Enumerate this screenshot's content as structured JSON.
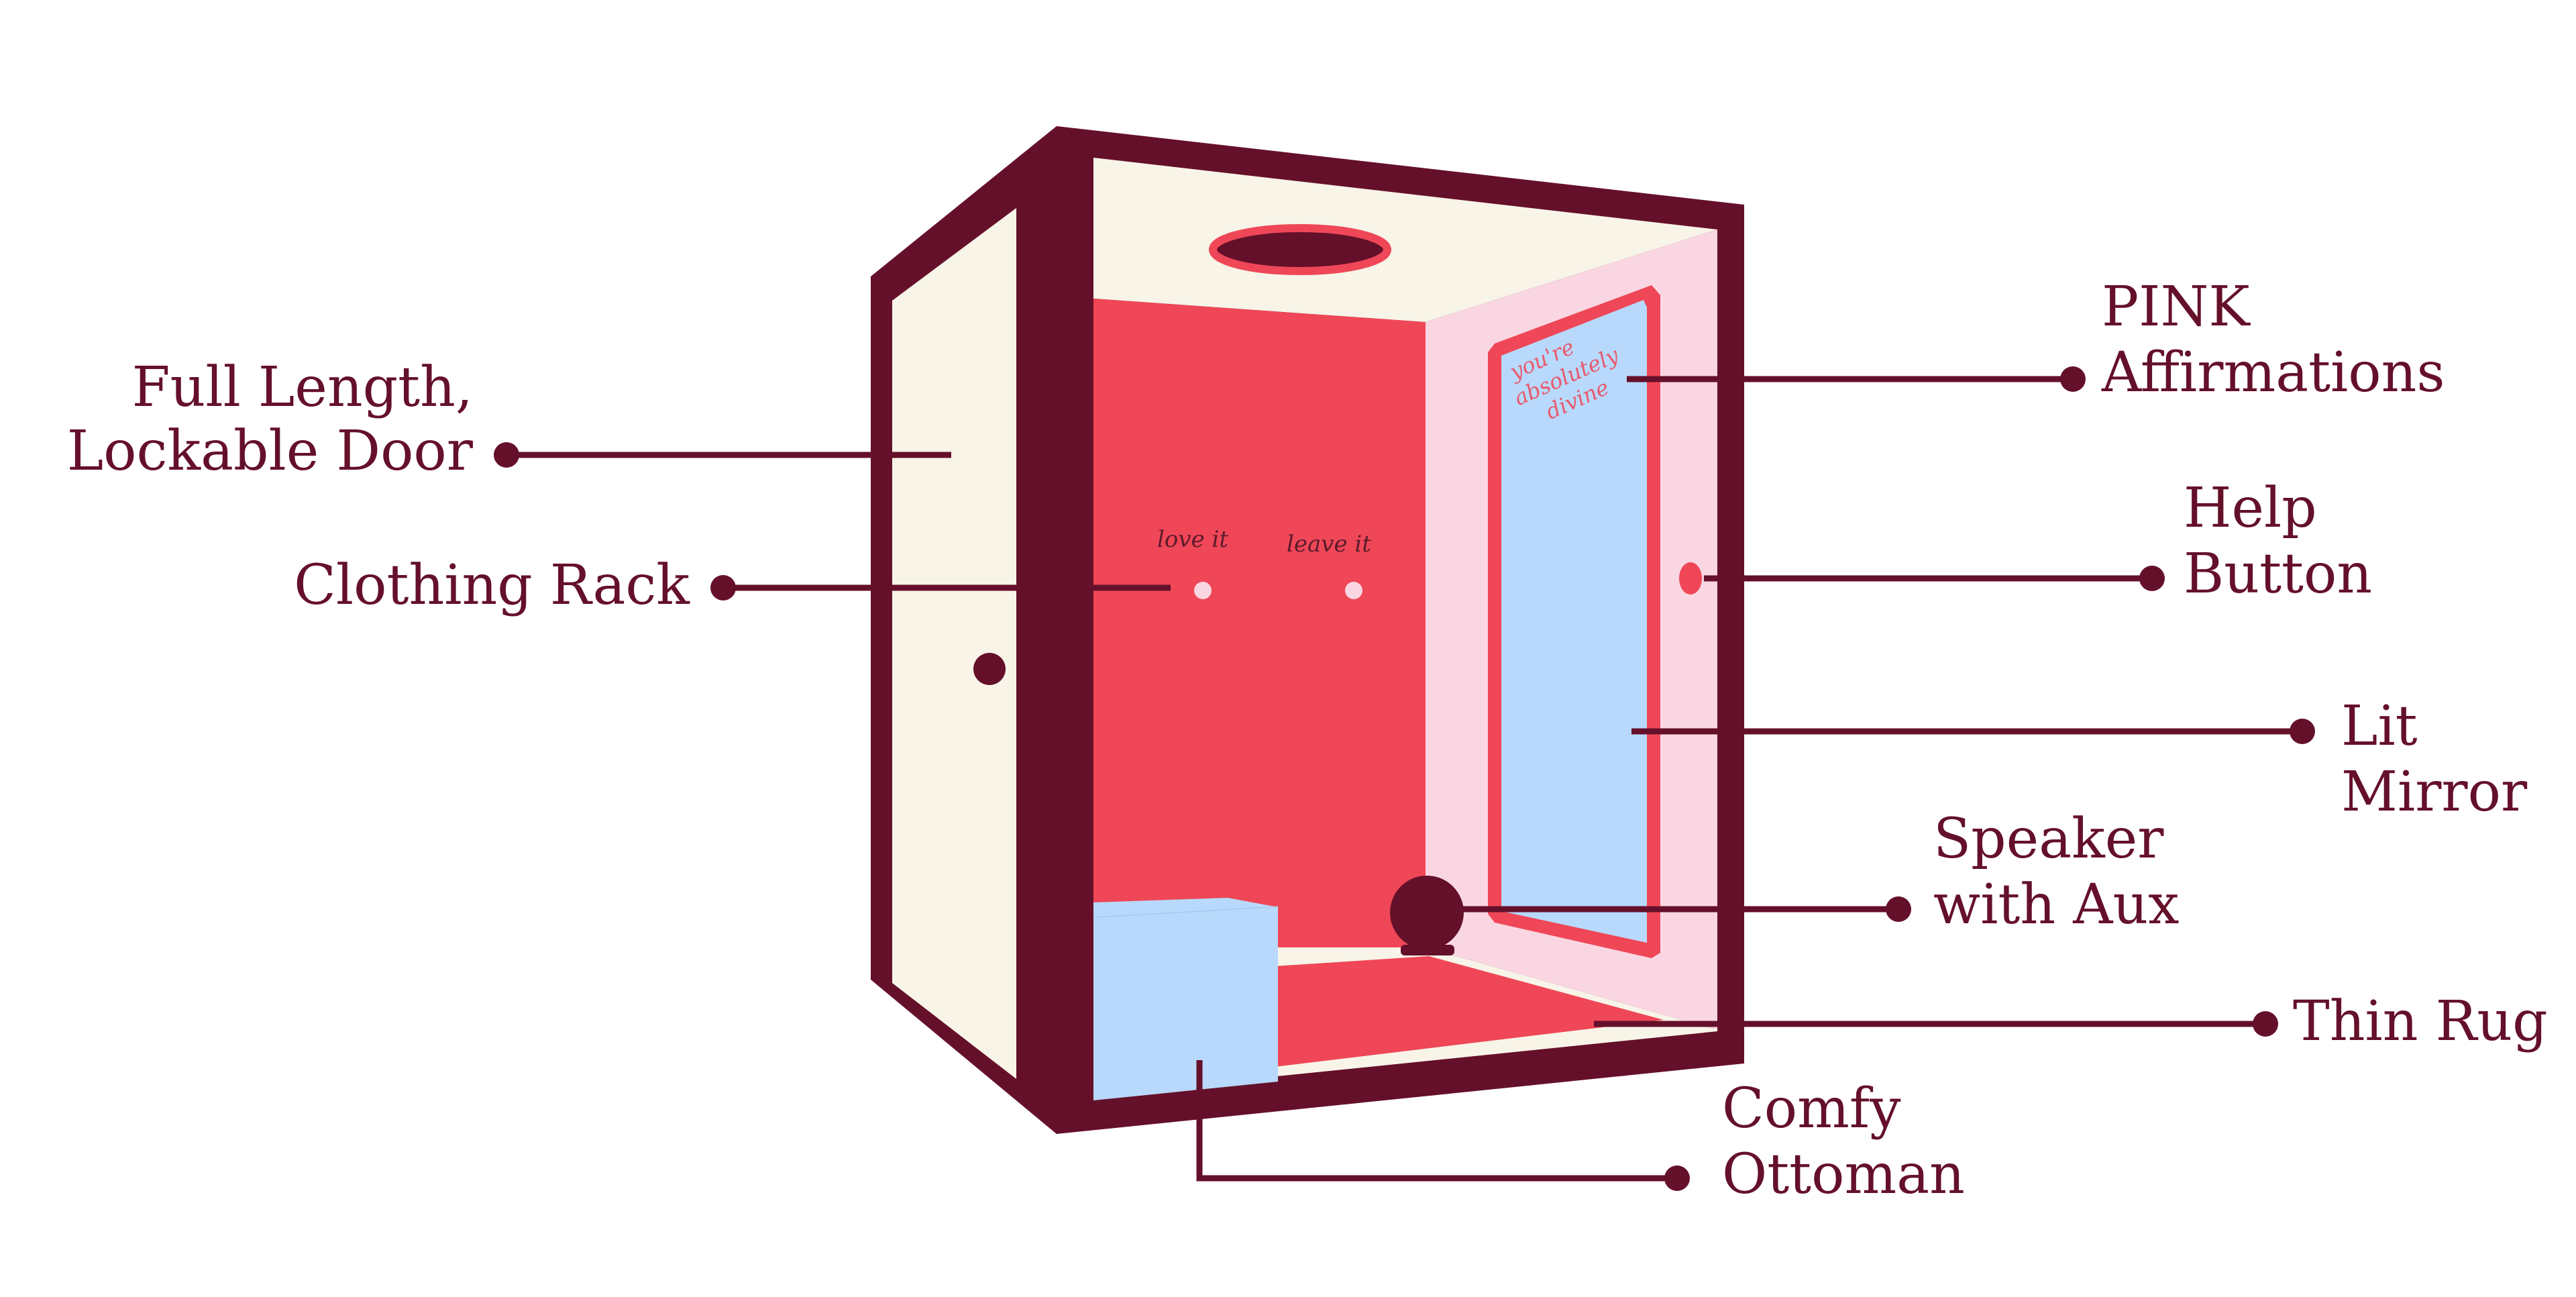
{
  "labels": {
    "door_line1": "Full Length,",
    "door_line2": "Lockable Door",
    "clothing_rack": "Clothing Rack",
    "affirmations_line1": "PINK",
    "affirmations_line2": "Affirmations",
    "help_line1": "Help",
    "help_line2": "Button",
    "mirror_line1": "Lit",
    "mirror_line2": "Mirror",
    "speaker_line1": "Speaker",
    "speaker_line2": "with Aux",
    "rug": "Thin Rug",
    "ottoman_line1": "Comfy",
    "ottoman_line2": "Ottoman"
  },
  "hook_labels": {
    "left": "love it",
    "right": "leave it"
  },
  "mirror_text": {
    "line1": "you're",
    "line2": "absolutely",
    "line3": "divine"
  },
  "colors": {
    "frame": "#65102a",
    "back_wall": "#ef4757",
    "side_wall": "#f9d6e2",
    "cream": "#f8f4e8",
    "mirror_glass": "#b8d9fb",
    "mirror_frame": "#ef4757",
    "ottoman": "#b8d9fb",
    "rug": "#ef4757"
  }
}
